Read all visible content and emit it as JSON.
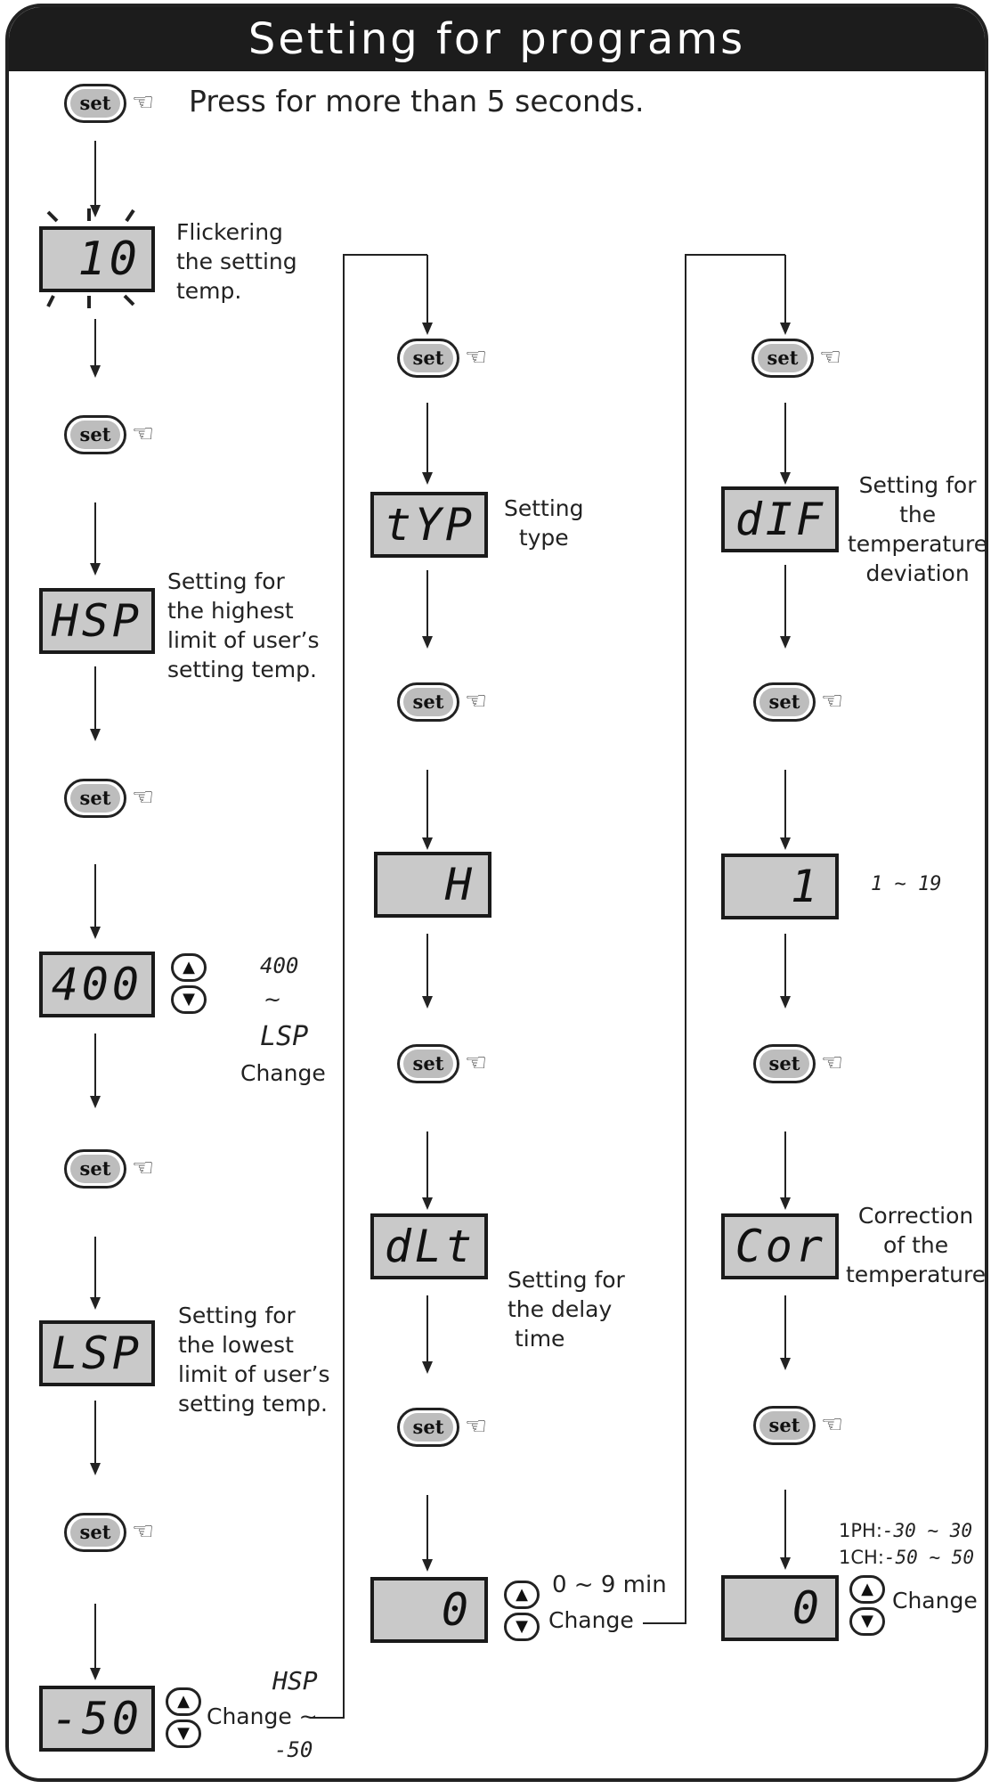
{
  "title": "Setting for programs",
  "intro": {
    "button": "set",
    "text": "Press for more than 5 seconds."
  },
  "button_label": "set",
  "hand_glyph": "☜",
  "up_glyph": "▲",
  "down_glyph": "▼",
  "colors": {
    "title_bg": "#1c1c1c",
    "lcd_bg": "#c9c9c9",
    "button_fill": "#bdbdbd",
    "line": "#222222"
  },
  "col1": {
    "flicker": {
      "display": "10",
      "lines": [
        "Flickering",
        "the setting",
        "temp."
      ]
    },
    "hsp": {
      "display": "HSP",
      "lines": [
        "Setting for",
        "the highest",
        "limit of user’s",
        "setting temp."
      ]
    },
    "hsp_value": {
      "display": "400",
      "range_top": "400",
      "range_sep": "~",
      "range_bottom": "LSP",
      "change": "Change"
    },
    "lsp": {
      "display": "LSP",
      "lines": [
        "Setting for",
        "the lowest",
        "limit of user’s",
        "setting temp."
      ]
    },
    "lsp_value": {
      "display": "-50",
      "range_top": "HSP",
      "change": "Change ~",
      "range_bottom": "-50"
    }
  },
  "col2": {
    "typ": {
      "display": "tYP",
      "lines": [
        "Setting",
        "type"
      ]
    },
    "typ_value": {
      "display": "H"
    },
    "dlt": {
      "display": "dLt",
      "lines": [
        "Setting for",
        "the delay",
        " time"
      ]
    },
    "dlt_value": {
      "display": "0",
      "range": "0 ~ 9 min",
      "change": "Change"
    }
  },
  "col3": {
    "dif": {
      "display": "dIF",
      "lines": [
        "Setting for",
        "the",
        "temperature",
        "deviation"
      ]
    },
    "dif_value": {
      "display": "1",
      "range": "1 ~ 19"
    },
    "cor": {
      "display": "Cor",
      "lines": [
        "Correction",
        "of the",
        "temperature"
      ]
    },
    "cor_value": {
      "display": "0",
      "range_1ph_label": "1PH:",
      "range_1ph": "-30 ~ 30",
      "range_1ch_label": "1CH:",
      "range_1ch": "-50 ~ 50",
      "change": "Change"
    }
  }
}
